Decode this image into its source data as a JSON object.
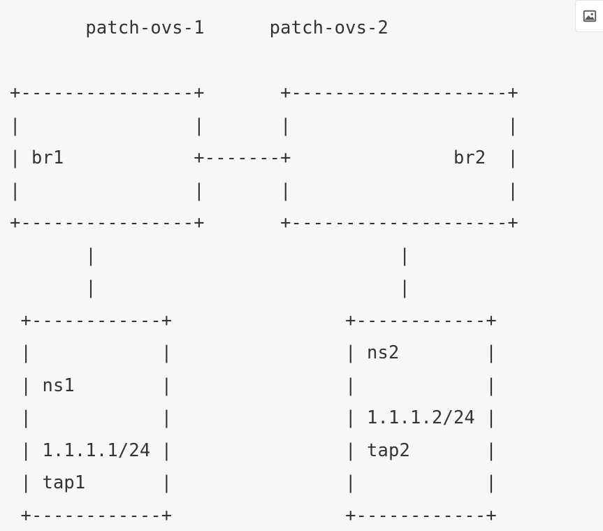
{
  "code_block": {
    "lines": [
      "       patch-ovs-1      patch-ovs-2",
      "",
      "+----------------+       +--------------------+",
      "|                |       |                    |",
      "| br1            +-------+               br2  |",
      "|                |       |                    |",
      "+----------------+       +--------------------+",
      "       |                            |",
      "       |                            |",
      " +------------+                +------------+",
      " |            |                | ns2        |",
      " | ns1        |                |            |",
      " |            |                | 1.1.1.2/24 |",
      " | 1.1.1.1/24 |                | tap2       |",
      " | tap1       |                |            |",
      " +------------+                +------------+"
    ]
  },
  "toolbar": {
    "copy_icon": "image-icon"
  },
  "colors": {
    "background": "#f7f7f7",
    "text": "#333333",
    "button_bg": "#ffffff",
    "button_border": "#e3e3e3",
    "icon": "#555555"
  }
}
